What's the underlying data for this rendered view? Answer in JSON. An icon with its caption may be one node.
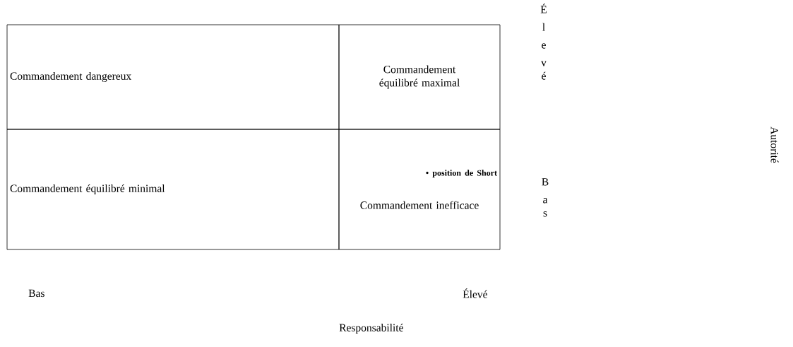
{
  "diagram": {
    "nodes": [
      {
        "text": [
          "Commandement dangereux"
        ]
      },
      {
        "text": [
          "Commandement équilibré maximal"
        ]
      },
      {
        "text": [
          "Commandement équilibré minimal"
        ]
      },
      {
        "text": [
          "• position de Short",
          "Commandement inefficace"
        ]
      }
    ],
    "labels": [
      "Élevé",
      "Autorité",
      "Bas",
      "Bas",
      "Élevé",
      "Responsabilité"
    ]
  }
}
